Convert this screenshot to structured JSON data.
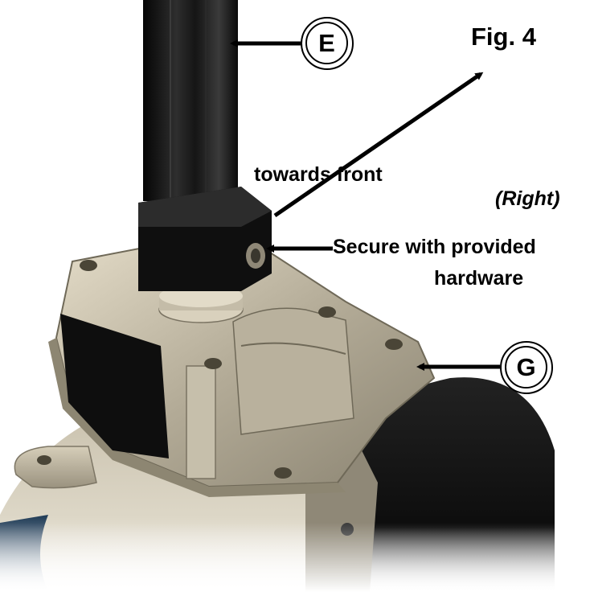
{
  "figure": {
    "title": "Fig. 4",
    "side": "(Right)"
  },
  "callouts": {
    "e": "E",
    "g": "G"
  },
  "annotations": {
    "direction": "towards front",
    "secure_line1": "Secure with provided",
    "secure_line2": "hardware"
  },
  "colors": {
    "post": "#141414",
    "bracket": "#b8b09c",
    "motor_shadow": "#2a4660",
    "callout_stroke": "#000000"
  }
}
